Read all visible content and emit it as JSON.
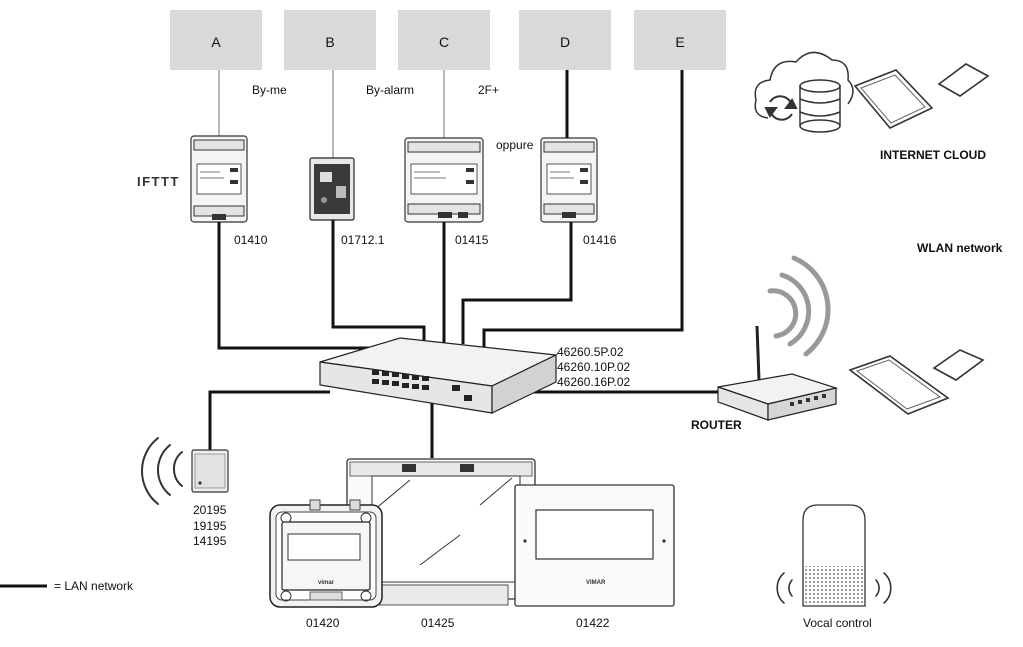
{
  "systems": [
    {
      "id": "A",
      "label": "A"
    },
    {
      "id": "B",
      "label": "B"
    },
    {
      "id": "C",
      "label": "C"
    },
    {
      "id": "D",
      "label": "D"
    },
    {
      "id": "E",
      "label": "E"
    }
  ],
  "links": {
    "by_me": "By-me",
    "by_alarm": "By-alarm",
    "two_f": "2F+",
    "oppure": "oppure"
  },
  "devices": {
    "ifttt": "IFTTT",
    "d01410": "01410",
    "d01712": "01712.1",
    "d01415": "01415",
    "d01416": "01416",
    "switch_1": "46260.5P.02",
    "switch_2": "46260.10P.02",
    "switch_3": "46260.16P.02",
    "router": "ROUTER",
    "wifi_1": "20195",
    "wifi_2": "19195",
    "wifi_3": "14195",
    "d01420": "01420",
    "d01425": "01425",
    "d01422": "01422",
    "vocal": "Vocal control",
    "cloud": "INTERNET CLOUD",
    "wlan": "WLAN network",
    "vimar_a": "vimar",
    "vimar_b": "VIMAR"
  },
  "legend": {
    "lan": "= LAN network"
  }
}
